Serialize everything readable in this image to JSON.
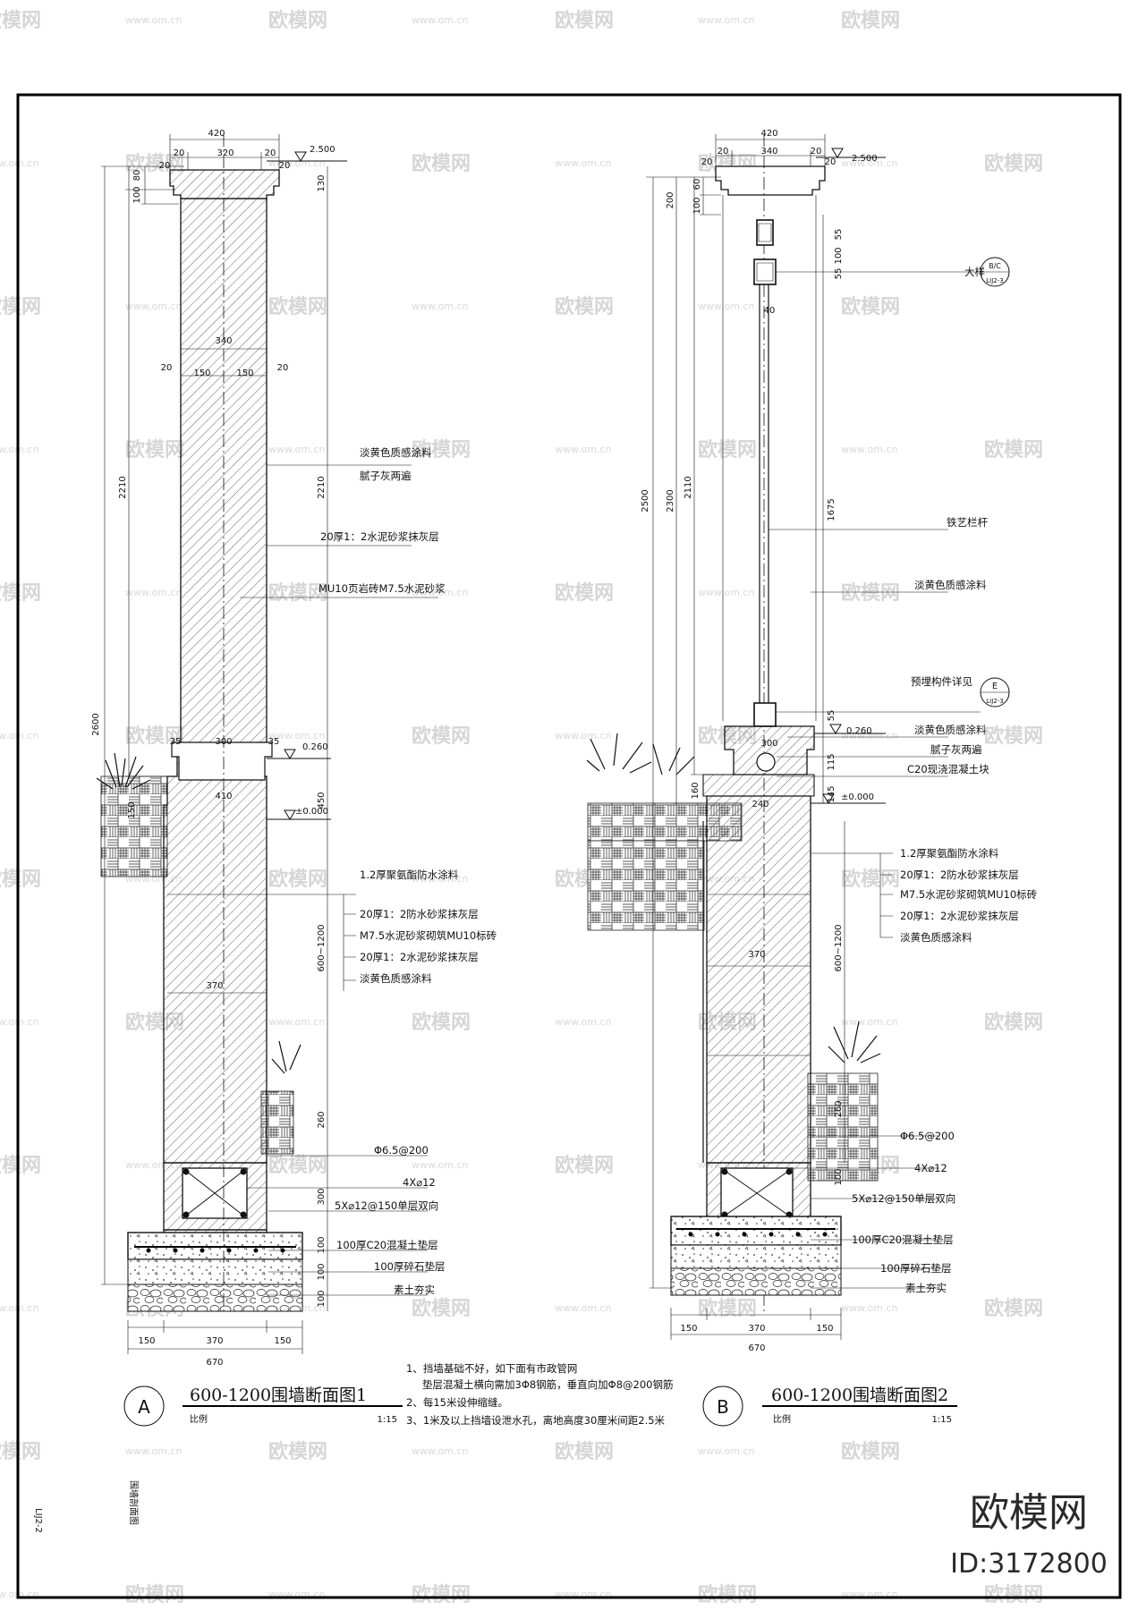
{
  "watermark": {
    "text": "欧模网",
    "url": "www.om.cn"
  },
  "brand": {
    "name": "欧模网",
    "id": "ID:3172800"
  },
  "sheet": {
    "code": "LIJ2-2",
    "title": "围墙剖面图"
  },
  "section_a": {
    "circle": "A",
    "title": "600-1200围墙断面图1",
    "scale_label": "比例",
    "scale": "1:15",
    "dims_top": [
      "420",
      "20",
      "20",
      "320",
      "20",
      "20"
    ],
    "dims_side": [
      "2600",
      "2210",
      "80",
      "100",
      "130"
    ],
    "dims_mid": [
      "340",
      "20",
      "150",
      "150",
      "20",
      "300",
      "35",
      "35",
      "410",
      "450",
      "150",
      "370",
      "260",
      "300",
      "100",
      "100",
      "100"
    ],
    "dims_right": [
      "2210",
      "600~1200"
    ],
    "dims_bottom": [
      "150",
      "370",
      "150",
      "670"
    ],
    "levels": [
      "2.500",
      "0.260",
      "±0.000"
    ],
    "labels_upper": [
      "淡黄色质感涂料",
      "腻子灰两遍",
      "20厚1：2水泥砂浆抹灰层",
      "MU10页岩砖M7.5水泥砂浆"
    ],
    "labels_lower": [
      "1.2厚聚氨酯防水涂料",
      "20厚1：2防水砂浆抹灰层",
      "M7.5水泥砂浆砌筑MU10标砖",
      "20厚1：2水泥砂浆抹灰层",
      "淡黄色质感涂料"
    ],
    "labels_found": [
      "Φ6.5@200",
      "4X⌀12",
      "5X⌀12@150单层双向",
      "100厚C20混凝土垫层",
      "100厚碎石垫层",
      "素土夯实"
    ]
  },
  "section_b": {
    "circle": "B",
    "title": "600-1200围墙断面图2",
    "scale_label": "比例",
    "scale": "1:15",
    "dims_top": [
      "420",
      "20",
      "20",
      "340",
      "20",
      "20"
    ],
    "dims_side": [
      "2500",
      "2300",
      "2110",
      "200",
      "60",
      "100"
    ],
    "dims_mid": [
      "55",
      "100",
      "55",
      "40",
      "1675",
      "55",
      "300",
      "115",
      "145",
      "160",
      "240",
      "370",
      "260",
      "100"
    ],
    "dims_right": [
      "600~1200"
    ],
    "dims_bottom": [
      "150",
      "370",
      "150",
      "670"
    ],
    "levels": [
      "2.500",
      "0.260",
      "±0.000"
    ],
    "callouts": [
      {
        "label": "大样",
        "top": "B/C",
        "bottom": "LIJ2-3"
      },
      {
        "label": "预埋构件详见",
        "top": "E",
        "bottom": "LIJ2-3"
      }
    ],
    "labels_upper": [
      "铁艺栏杆",
      "淡黄色质感涂料"
    ],
    "labels_cap": [
      "淡黄色质感涂料",
      "腻子灰两遍",
      "C20现浇混凝土块"
    ],
    "labels_lower": [
      "1.2厚聚氨酯防水涂料",
      "20厚1：2防水砂浆抹灰层",
      "M7.5水泥砂浆砌筑MU10标砖",
      "20厚1：2水泥砂浆抹灰层",
      "淡黄色质感涂料"
    ],
    "labels_found": [
      "Φ6.5@200",
      "4X⌀12",
      "5X⌀12@150单层双向",
      "100厚C20混凝土垫层",
      "100厚碎石垫层",
      "素土夯实"
    ]
  },
  "notes": [
    "1、挡墙基础不好，如下面有市政管网",
    "垫层混凝土横向需加3Φ8钢筋，垂直向加Φ8@200钢筋",
    "2、每15米设伸缩缝。",
    "3、1米及以上挡墙设泄水孔，离地高度30厘米间距2.5米"
  ]
}
